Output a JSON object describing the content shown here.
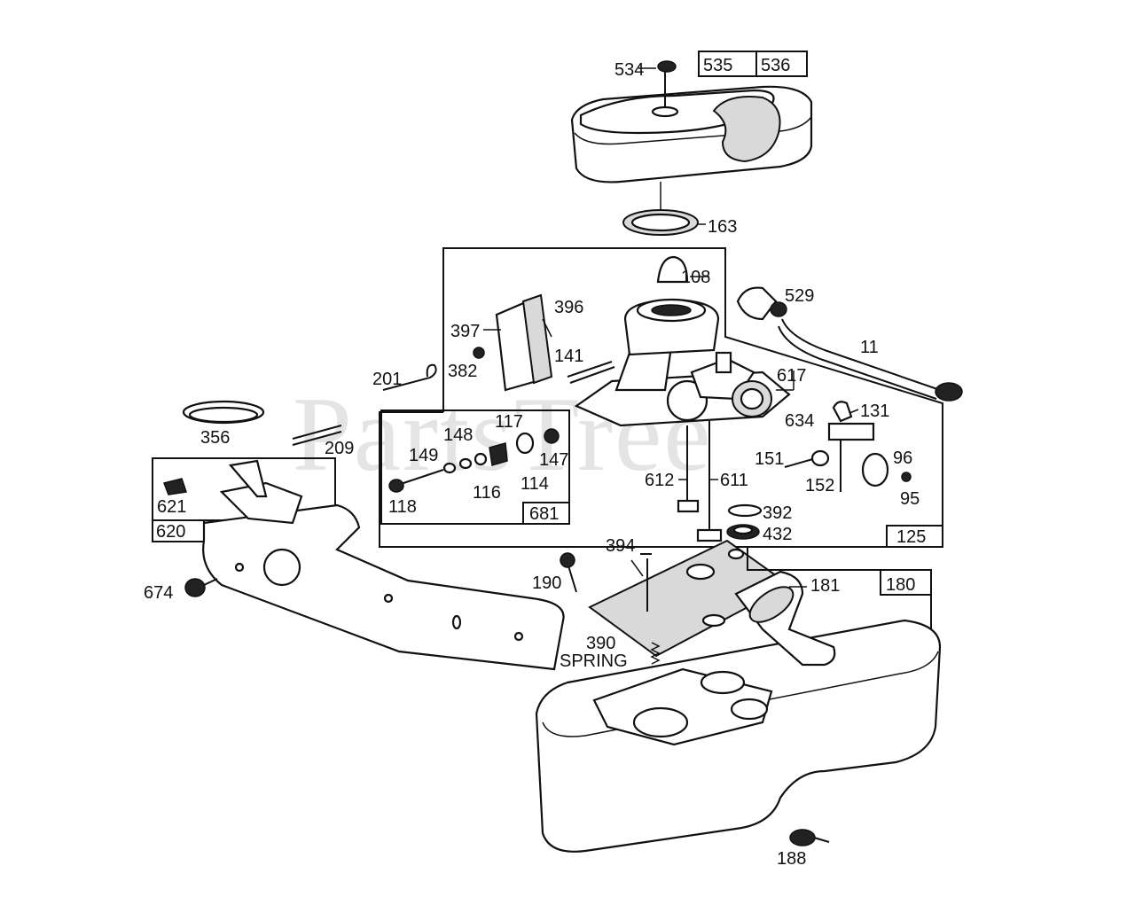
{
  "watermark": "PartsTree",
  "callouts": {
    "p534": "534",
    "p535": "535",
    "p536": "536",
    "p163": "163",
    "p108": "108",
    "p396": "396",
    "p397": "397",
    "p382": "382",
    "p201": "201",
    "p141": "141",
    "p617": "617",
    "p529": "529",
    "p11": "11",
    "p131": "131",
    "p634": "634",
    "p356": "356",
    "p209": "209",
    "p117": "117",
    "p148": "148",
    "p149": "149",
    "p147": "147",
    "p116": "116",
    "p114": "114",
    "p118": "118",
    "p681": "681",
    "p151": "151",
    "p152": "152",
    "p96": "96",
    "p95": "95",
    "p612": "612",
    "p611": "611",
    "p392": "392",
    "p432": "432",
    "p125": "125",
    "p621": "621",
    "p620": "620",
    "p674": "674",
    "p190": "190",
    "p394": "394",
    "p181": "181",
    "p180": "180",
    "p390": "390",
    "spring": "SPRING",
    "p188": "188"
  }
}
